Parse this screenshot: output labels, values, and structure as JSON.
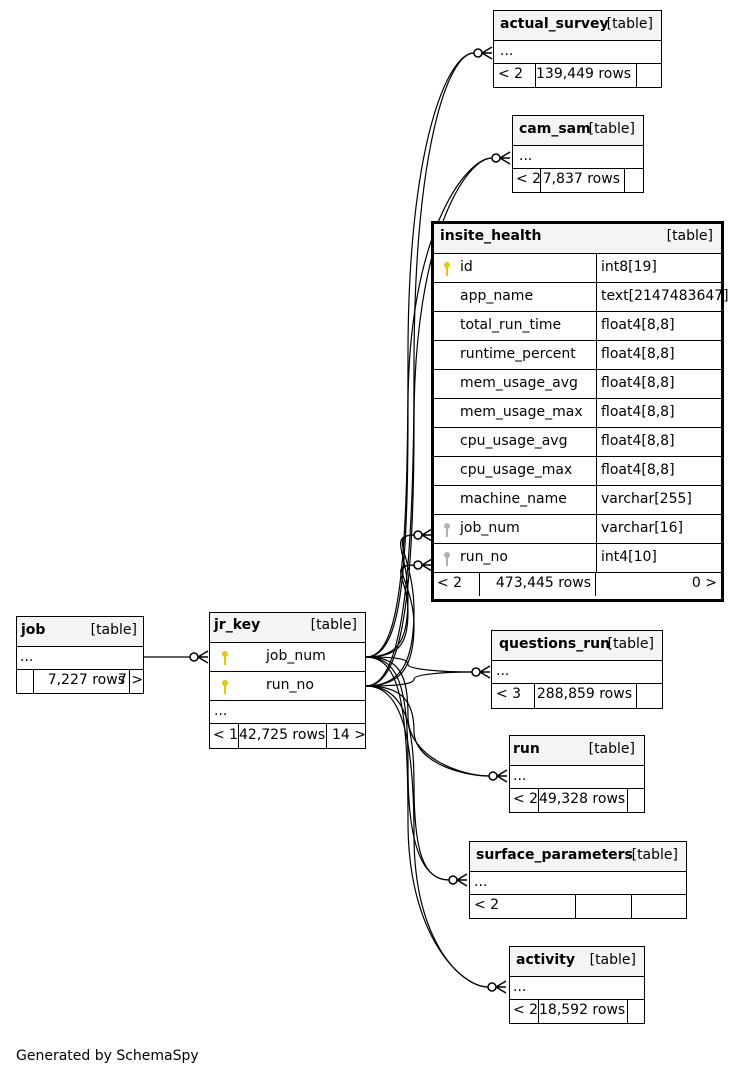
{
  "footer": "Generated by SchemaSpy",
  "tables": {
    "actual_survey": {
      "name": "actual_survey",
      "kind": "[table]",
      "ellipsis": "...",
      "parents": "< 2",
      "rows": "139,449 rows",
      "children": ""
    },
    "cam_sam": {
      "name": "cam_sam",
      "kind": "[table]",
      "ellipsis": "...",
      "parents": "< 2",
      "rows": "7,837 rows",
      "children": ""
    },
    "insite_health": {
      "name": "insite_health",
      "kind": "[table]",
      "columns": [
        {
          "name": "id",
          "type": "int8[19]",
          "key": "pk"
        },
        {
          "name": "app_name",
          "type": "text[2147483647]",
          "key": ""
        },
        {
          "name": "total_run_time",
          "type": "float4[8,8]",
          "key": ""
        },
        {
          "name": "runtime_percent",
          "type": "float4[8,8]",
          "key": ""
        },
        {
          "name": "mem_usage_avg",
          "type": "float4[8,8]",
          "key": ""
        },
        {
          "name": "mem_usage_max",
          "type": "float4[8,8]",
          "key": ""
        },
        {
          "name": "cpu_usage_avg",
          "type": "float4[8,8]",
          "key": ""
        },
        {
          "name": "cpu_usage_max",
          "type": "float4[8,8]",
          "key": ""
        },
        {
          "name": "machine_name",
          "type": "varchar[255]",
          "key": ""
        },
        {
          "name": "job_num",
          "type": "varchar[16]",
          "key": "fk"
        },
        {
          "name": "run_no",
          "type": "int4[10]",
          "key": "fk"
        }
      ],
      "parents": "< 2",
      "rows": "473,445 rows",
      "children": "0 >"
    },
    "job": {
      "name": "job",
      "kind": "[table]",
      "ellipsis": "...",
      "parents": "",
      "rows": "7,227 rows",
      "children": "7 >"
    },
    "jr_key": {
      "name": "jr_key",
      "kind": "[table]",
      "columns": [
        {
          "name": "job_num",
          "key": "pk"
        },
        {
          "name": "run_no",
          "key": "pk"
        }
      ],
      "ellipsis": "...",
      "parents": "< 1",
      "rows": "42,725 rows",
      "children": "14 >"
    },
    "questions_run": {
      "name": "questions_run",
      "kind": "[table]",
      "ellipsis": "...",
      "parents": "< 3",
      "rows": "288,859 rows",
      "children": ""
    },
    "run": {
      "name": "run",
      "kind": "[table]",
      "ellipsis": "...",
      "parents": "< 2",
      "rows": "49,328 rows",
      "children": ""
    },
    "surface_parameters": {
      "name": "surface_parameters",
      "kind": "[table]",
      "ellipsis": "...",
      "parents": "< 2",
      "rows": "",
      "children": ""
    },
    "activity": {
      "name": "activity",
      "kind": "[table]",
      "ellipsis": "...",
      "parents": "< 2",
      "rows": "18,592 rows",
      "children": ""
    }
  }
}
